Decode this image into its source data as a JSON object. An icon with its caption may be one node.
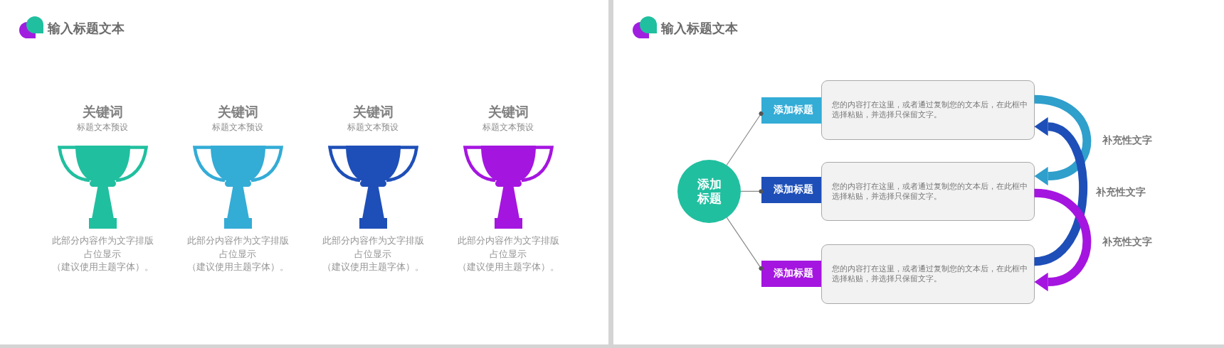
{
  "diagram": {
    "nodes": [
      {
        "text": [
          "关键词",
          "标题文本预设",
          "此部分内容作为文字排版占位显示",
          "（建议使用主题字体）。"
        ]
      },
      {
        "text": [
          "关键词",
          "标题文本预设",
          "此部分内容作为文字排版占位显示",
          "（建议使用主题字体）。"
        ]
      },
      {
        "text": [
          "关键词",
          "标题文本预设",
          "此部分内容作为文字排版占位显示",
          "（建议使用主题字体）。"
        ]
      },
      {
        "text": [
          "关键词",
          "标题文本预设",
          "此部分内容作为文字排版占位显示",
          "（建议使用主题字体）。"
        ]
      },
      {
        "text": [
          "添加标题"
        ]
      },
      {
        "text": [
          "添加标题"
        ]
      },
      {
        "text": [
          "您的内容打在这里，或者通过复制您的文本后，在此框中选择粘贴，并选择只保留文字。"
        ]
      },
      {
        "text": [
          "添加标题"
        ]
      },
      {
        "text": [
          "您的内容打在这里，或者通过复制您的文本后，在此框中选择粘贴，并选择只保留文字。"
        ]
      },
      {
        "text": [
          "添加标题"
        ]
      },
      {
        "text": [
          "您的内容打在这里，或者通过复制您的文本后，在此框中选择粘贴，并选择只保留文字。"
        ]
      }
    ],
    "edges": [
      {
        "from": 4,
        "to": 5,
        "arrow": "other"
      },
      {
        "from": 4,
        "to": 7,
        "arrow": "other"
      },
      {
        "from": 4,
        "to": 9,
        "arrow": "other"
      },
      {
        "from": 6,
        "to": 8,
        "arrow": "to",
        "style": "thick",
        "color": "#2f9fcc"
      },
      {
        "from": 10,
        "to": 6,
        "arrow": "to",
        "style": "thick",
        "color": "#1e4fb8"
      },
      {
        "from": 8,
        "to": 10,
        "arrow": "to",
        "style": "thick",
        "color": "#a515e0"
      }
    ],
    "labels": [
      "输入标题文本",
      "输入标题文本",
      "补充性文字",
      "补充性文字",
      "补充性文字"
    ]
  }
}
